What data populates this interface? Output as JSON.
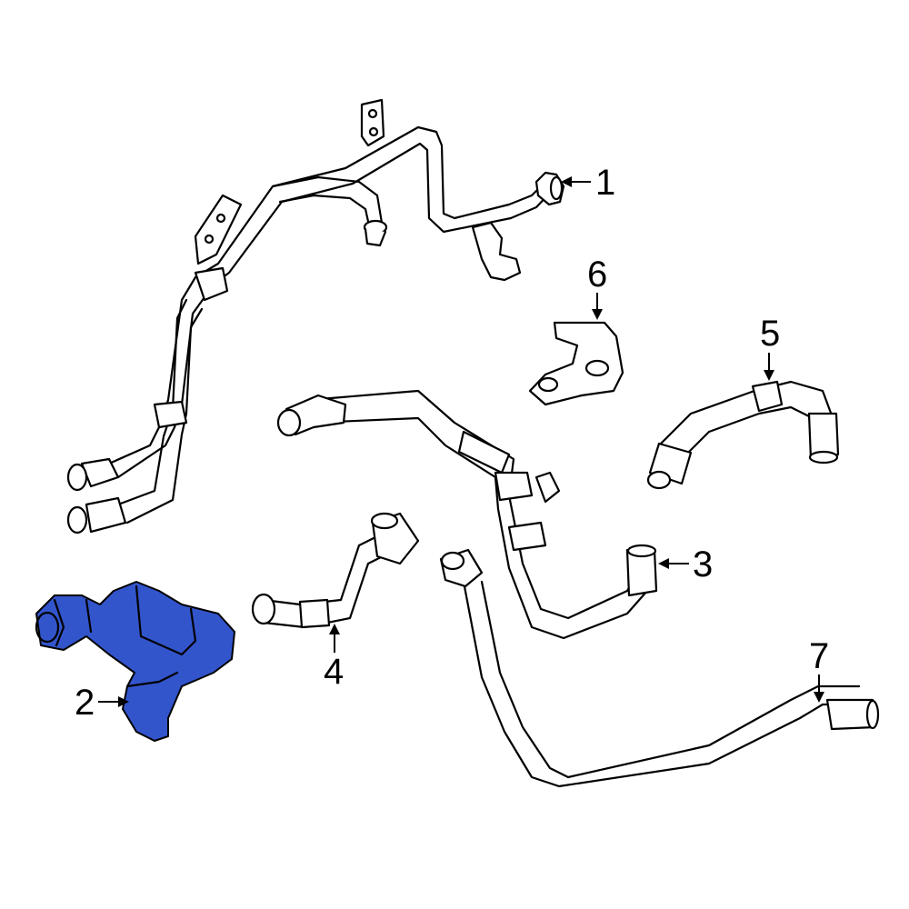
{
  "colors": {
    "highlight": "#3355cc",
    "outline": "#000000",
    "background": "#ffffff"
  },
  "callouts": [
    {
      "id": "1",
      "label": "1"
    },
    {
      "id": "2",
      "label": "2"
    },
    {
      "id": "3",
      "label": "3"
    },
    {
      "id": "4",
      "label": "4"
    },
    {
      "id": "5",
      "label": "5"
    },
    {
      "id": "6",
      "label": "6"
    },
    {
      "id": "7",
      "label": "7"
    }
  ],
  "highlighted_part": "2"
}
